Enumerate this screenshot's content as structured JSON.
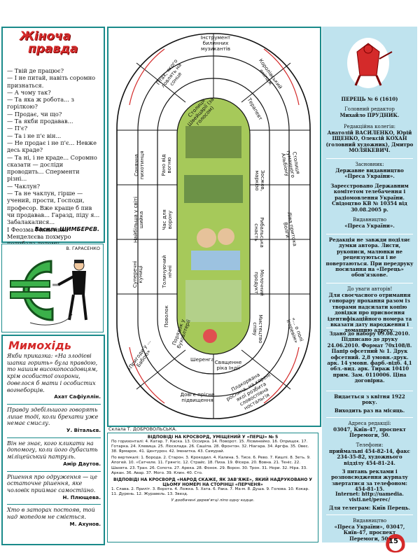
{
  "left": {
    "title_line1": "Жіноча",
    "title_line2": "правда",
    "dialogue": [
      "— Твій де працює?",
      "— І не питай, навіть соромно признаться.",
      "— А чому так?",
      "— Та яка ж робота... з горілкою?",
      "— Продає, чи що?",
      "— Та якби продавав...",
      "— П'є?",
      "— Та і не п'є він...",
      "— Не продає і не п'є... Невже десь краде?",
      "— Та ні, і не краде... Соромно сказати — досліди проводить... Сперменти різні...",
      "— Чаклун?",
      "— Та не чаклун, гірше — учений, прости, Господи, професор. Вже краще б пив чи продавав... Гаразд, піду я... Забалакалися...",
      "І Феозма Микитівна Менделєєва похмуро подибала додому..."
    ],
    "author": "Василь ШИМБЕРЄВ.",
    "euro_credit": "В. ГАРАСЕНКО",
    "mimohid_title": "Мимохідь",
    "aphorisms": [
      {
        "text": "Якби приказка: «На злодієві шапка горить» була правдою, то нашим високопосадовцям, крім особистої охорони, довелося б мати і особистих вогнеборців.",
        "author": "Ахат Сафіуллін."
      },
      {
        "text": "Правду здебільшого говорять лише тоді, коли брехати уже немає смислу.",
        "author": "У. Вітальєв."
      },
      {
        "text": "Він не знає, кого кликати на допомогу, коли його дубасить міліцейський патруль.",
        "author": "Амір Даутов."
      },
      {
        "text": "Рішення про одруження — це остаточне рішення, яке чоловік приймає самостійно.",
        "author": "Н. Плющева."
      },
      {
        "text": "Хто в заторах постояв, той над мопедом не сміється.",
        "author": "М. Ахунов."
      }
    ]
  },
  "crossword": {
    "segments": [
      "Інструмент билинних музикантів",
      "Птах, якого ловлять на сонце",
      "Королівський екіпаж",
      "Столиця Швейцарії (за голосом)",
      "Терапевт",
      "Столиця туманного Альбіону",
      "Зосжов, маркізо",
      "Сонячна пихотинця",
      "Рано від вогню",
      "Найбільша у світі шийка",
      "Час для ворону",
      "Рибальська снасть",
      "Ліва притока Волги",
      "Толинуючий нічні",
      "Молочний продукт",
      "Суперечні куниці",
      "Поволок",
      "Порядок у бухгалтерії",
      "«... о полі Ігоревім»",
      "Мистецтво співу",
      "«Пригоди у ... Бабою»",
      "Шеренга",
      "Священне ріка Індії",
      "Довге прісне підвищення",
      "Плакорвана рослина, на корені якої розбита словоспівна ностальгія"
    ],
    "artist_credit": "Склала Т. ДОБРОВОЛЬСЬКА."
  },
  "answers": {
    "h1": "ВІДПОВІДІ НА КРОСВОРД, УМІЩЕНИЙ У «ПЕРЦІ» № 5",
    "horizontal": "По горизонталі: 4. Катар. 7. Каска. 13. Оссирка. 14. Поворот. 15. Лісвинейко. 16. Оприщок. 17. Готарка. 24. Хлевица. 25. Ліоселада. 26. Сашіпа. 28. Фронтон. 32. Ніагара. 34. Аргфа. 35. Овес. 38. Ярмарок. 41. Центурон. 42. Іменитка. 43. Самурай.",
    "vertical": "По вертикалі: 1. Борода. 2. Старон. 3. Крокодил. 4. Калина. 5. Тисе. 6. Рево. 7. Кишпі. 8. Зеть. 9. Апогей. 10. «Сатчеле. 11. Грянгіс. 12. Страйс. 18. Пиза. 19. Фісера. 20. Вовна. 21. Теніс. 22. Шахвта. 23. Тран. 26. Сопота. 27. Арека. 28. Фонок. 29. Ворон. 30. Трон. 31. Нори. 32. Ніра. 33. Аркан. 36. Авар. 37. Мого. 39. Клин. 40. Сто.",
    "h2": "ВІДПОВІДІ НА КРОСВОРД «НАРОД СКАЖЕ, ЯК ЗАВ'ЯЖЕ», ЯКИЙ НАДРУКОВАНО У ЦЬОМУ НОМЕРІ НА СТОРІНЦІ «ПЕРЧЕНЯ»",
    "answers2": "1. Слава. 2. Приліт. 3. Ворота. 4. Ложка. 5. Хата. 6. Рака. 7. Ма-м. 8. Душа. 9. Голова. 10. Кокар. 11. Дурень. 12. Журавель. 13. Звезд.",
    "footer": "У дообачені дерев'ягці ліпо одну кодце."
  },
  "right": {
    "issue": "ПЕРЕЦЬ № 6 (1610)",
    "chief_label": "Головний редактор",
    "chief": "Михайло ПРУДНИК.",
    "board_label": "Редакційна колегія:",
    "board": "Анатолій ВАСИЛЕНКО, Юрій ІЩЕНКО, Олексій КОХАН (головний художник), Дмитро МОЛЯКЕВИЧ.",
    "founder_label": "Засновник:",
    "founder": "Державне видавництво «Преса України».",
    "registered": "Зареєстровано Державним комітетом телебачення і радіомовлення України. Свідоцтво КВ № 10354 від 30.08.2005 р.",
    "publisher_label": "Видавництво",
    "publisher": "«Преса України».",
    "notice": "Редакція не завжди поділяє думки автора. Листи, рукописи, малюнки не рецензуються і не повертаються. При передруку посилання на «Перець» обов'язкове.",
    "authors_label": "До уваги авторів!",
    "authors": "Для своєчасного отримання гонорару прохання разом із творами надсилати копію довідки про присвоєння ідентифікаційного номера та вказати дату народження і домашню адресу.",
    "print": "Здано до набору 09.06.2010. Підписано до друку 24.06.2010. Формат 70х108/8. Папір офсетний № 1. Друк офсетний. 2,8 умовн.-друк. арк. 14 умовн. фарб.-відб. 4,1 обл.-вид. арк. Тираж 10410 прим. Зам. 0110006. Ціна договірна.",
    "since": "Видається з квітня 1922 року.",
    "monthly": "Виходить раз на місяць.",
    "address_label": "Адреса редакції:",
    "address": "03047, Київ-47, проспект Перемоги, 50.",
    "phones_label": "Телефони:",
    "phones": "приймальні 454-82-14, факс 234-35-82, художнього відділу 454-81-24.",
    "ads": "З питань реклами і розповсюдження журналу звертатися за телефоном: 454-81-15.",
    "internet": "Internet: http://uamedia. visti.net/perec/",
    "telegram": "Для телеграм: Київ Перець.",
    "printed_label": "Видавництво",
    "printed": "«Преса України», 03047, Київ-47, проспект Перемоги, 50."
  },
  "page_number": "15"
}
